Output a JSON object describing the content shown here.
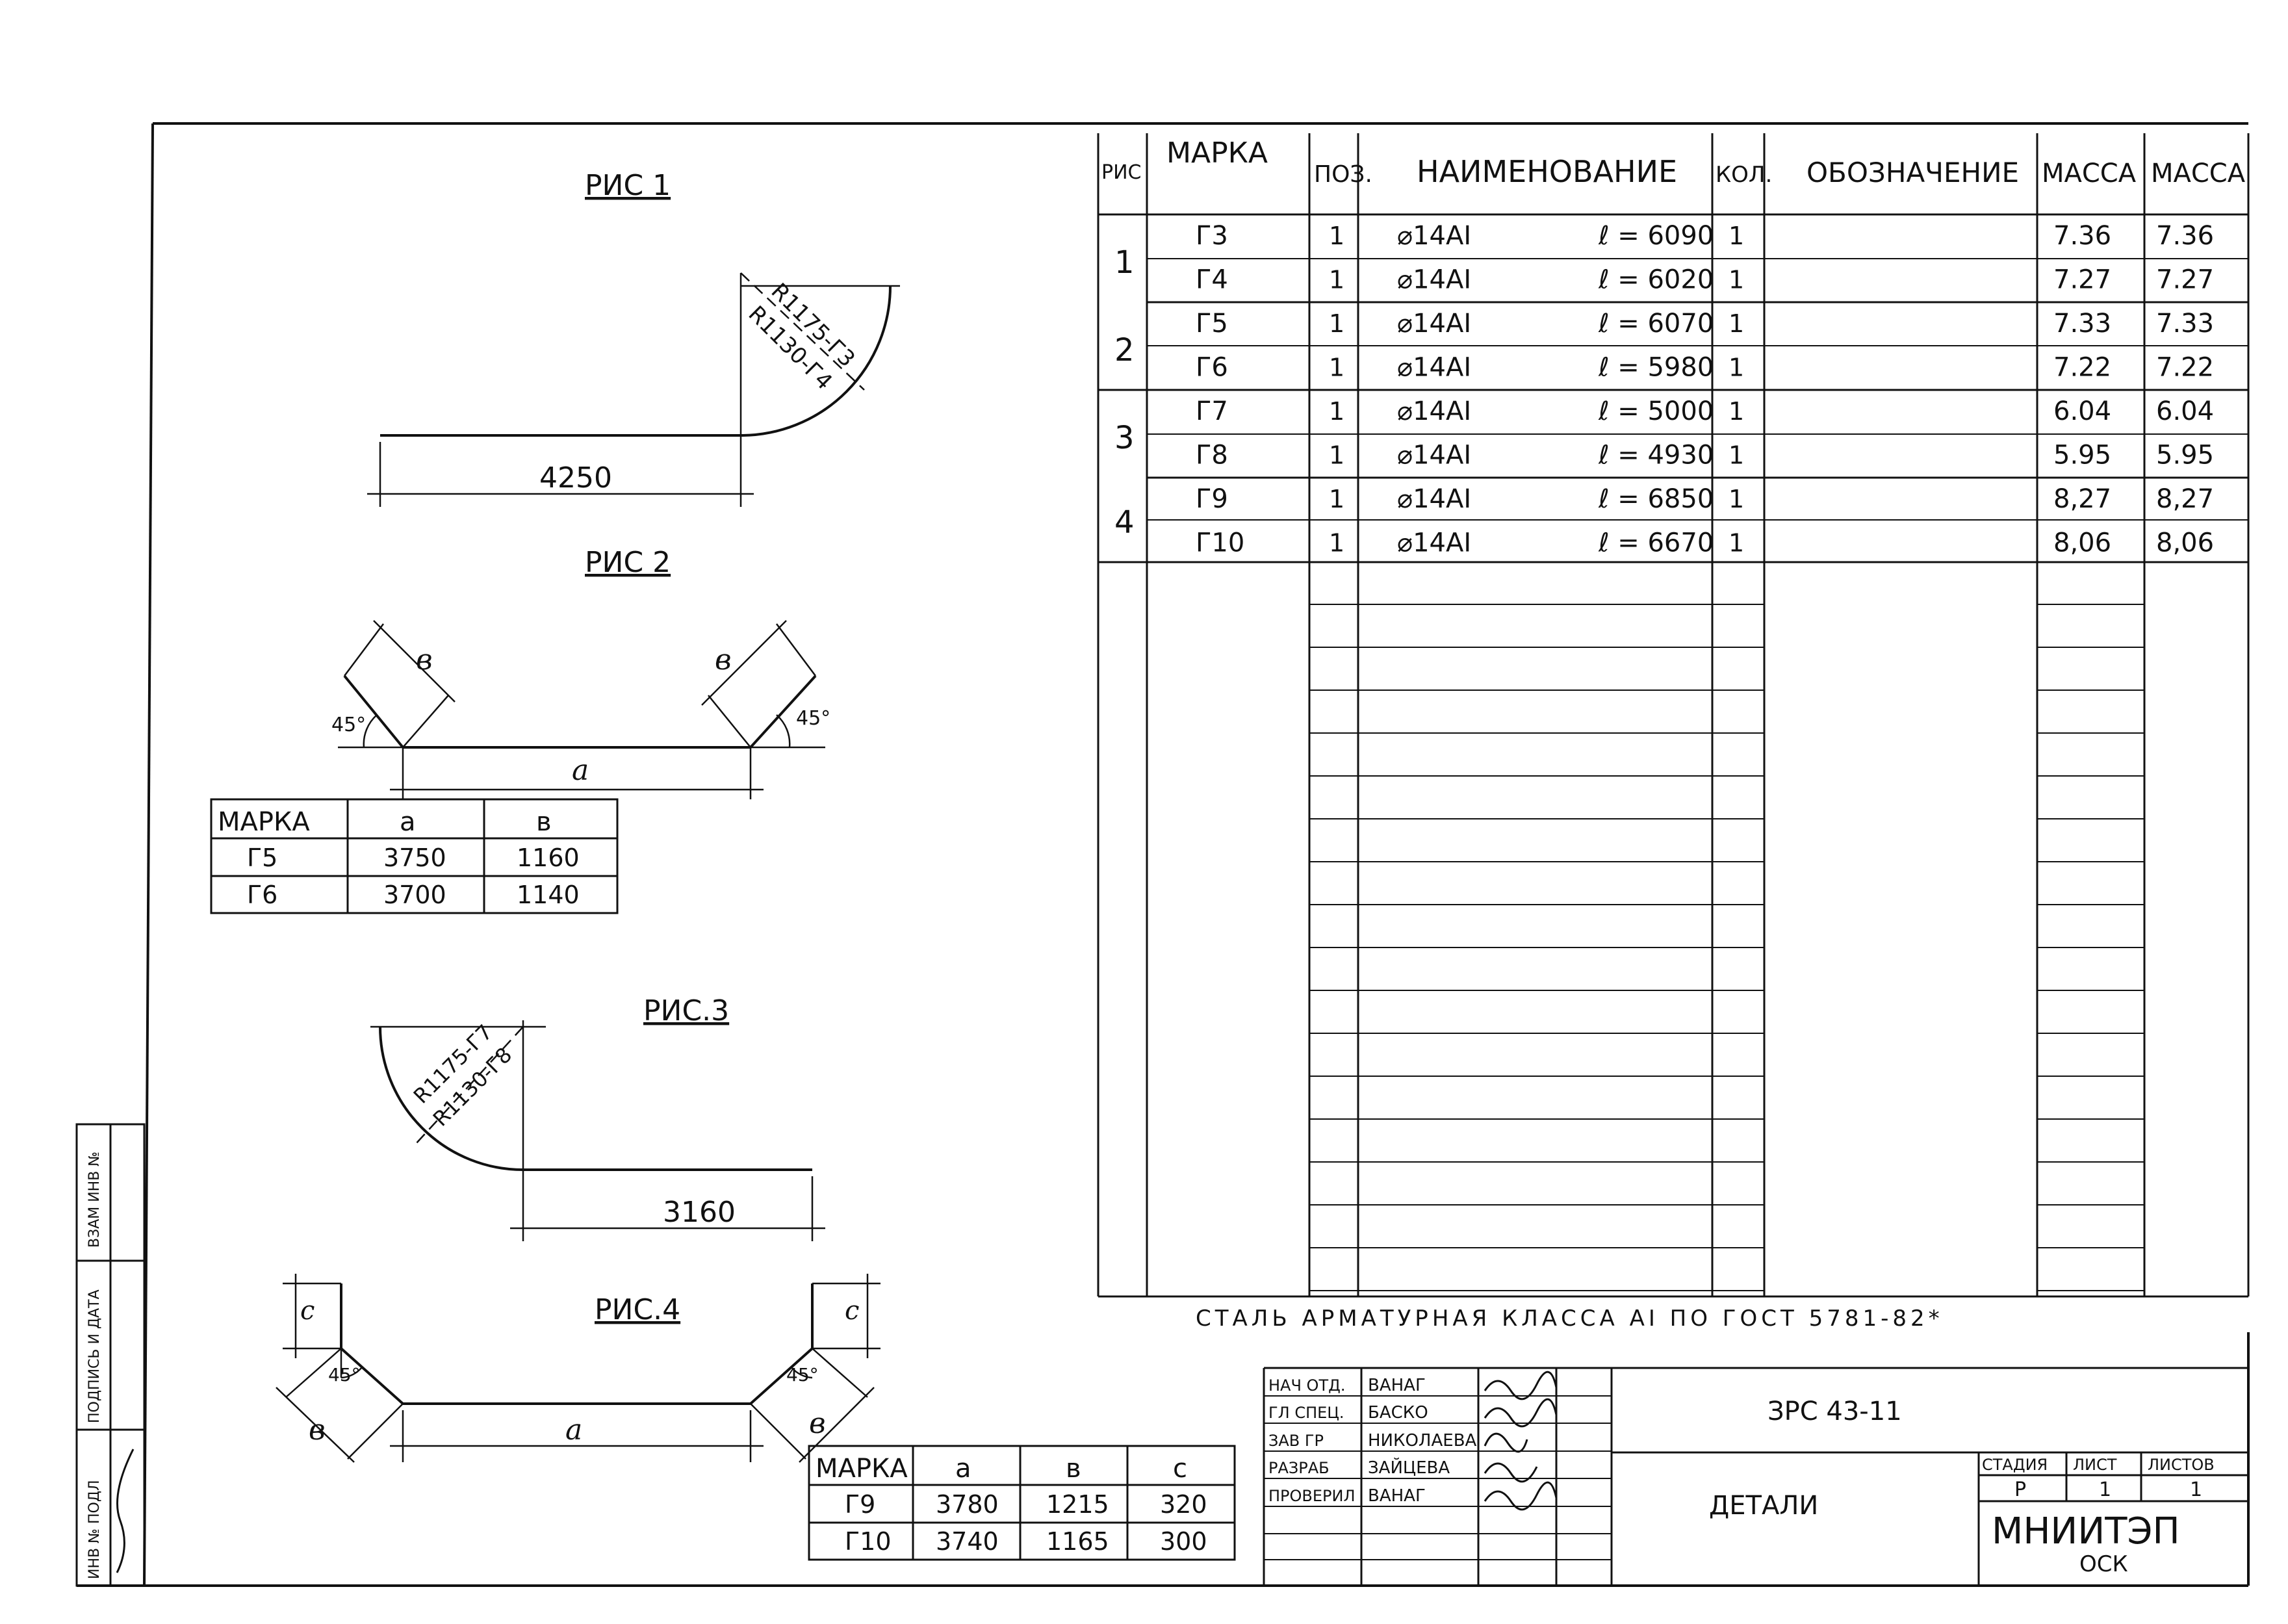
{
  "figures": {
    "fig1": {
      "title": "РИС 1",
      "radius_label": "R1175-Г3\nR1130-Г4",
      "length": "4250"
    },
    "fig2": {
      "title": "РИС 2",
      "angle": "45°",
      "label_a": "a",
      "label_b": "в",
      "table": {
        "headers": [
          "МАРКА",
          "a",
          "в"
        ],
        "rows": [
          [
            "Г5",
            "3750",
            "1160"
          ],
          [
            "Г6",
            "3700",
            "1140"
          ]
        ]
      }
    },
    "fig3": {
      "title": "РИС.3",
      "radius_label": "R1175-Г7\nR1130-Г8",
      "length": "3160"
    },
    "fig4": {
      "title": "РИС.4",
      "angle": "45°",
      "label_a": "a",
      "label_b": "в",
      "label_c": "c",
      "table": {
        "headers": [
          "МАРКА",
          "a",
          "в",
          "c"
        ],
        "rows": [
          [
            "Г9",
            "3780",
            "1215",
            "320"
          ],
          [
            "Г10",
            "3740",
            "1165",
            "300"
          ]
        ]
      }
    }
  },
  "spec": {
    "headers": {
      "ris": "РИС",
      "marka": "МАРКА",
      "pos": "ПОЗ.",
      "name": "НАИМЕНОВАНИЕ",
      "qty": "КОЛ.",
      "designation": "ОБОЗНАЧЕНИЕ",
      "mass1": "МАССА",
      "mass2": "МАССА"
    },
    "groups": [
      "1",
      "2",
      "3",
      "4"
    ],
    "rows": [
      {
        "marka": "Г3",
        "pos": "1",
        "name": "⌀14АI",
        "length": "ℓ = 6090",
        "qty": "1",
        "mass1": "7.36",
        "mass2": "7.36"
      },
      {
        "marka": "Г4",
        "pos": "1",
        "name": "⌀14АI",
        "length": "ℓ = 6020",
        "qty": "1",
        "mass1": "7.27",
        "mass2": "7.27"
      },
      {
        "marka": "Г5",
        "pos": "1",
        "name": "⌀14АI",
        "length": "ℓ = 6070",
        "qty": "1",
        "mass1": "7.33",
        "mass2": "7.33"
      },
      {
        "marka": "Г6",
        "pos": "1",
        "name": "⌀14АI",
        "length": "ℓ = 5980",
        "qty": "1",
        "mass1": "7.22",
        "mass2": "7.22"
      },
      {
        "marka": "Г7",
        "pos": "1",
        "name": "⌀14АI",
        "length": "ℓ = 5000",
        "qty": "1",
        "mass1": "6.04",
        "mass2": "6.04"
      },
      {
        "marka": "Г8",
        "pos": "1",
        "name": "⌀14АI",
        "length": "ℓ = 4930",
        "qty": "1",
        "mass1": "5.95",
        "mass2": "5.95"
      },
      {
        "marka": "Г9",
        "pos": "1",
        "name": "⌀14АI",
        "length": "ℓ = 6850",
        "qty": "1",
        "mass1": "8,27",
        "mass2": "8,27"
      },
      {
        "marka": "Г10",
        "pos": "1",
        "name": "⌀14АI",
        "length": "ℓ = 6670",
        "qty": "1",
        "mass1": "8,06",
        "mass2": "8,06"
      }
    ],
    "note": "СТАЛЬ АРМАТУРНАЯ КЛАССА АI ПО ГОСТ 5781-82*"
  },
  "title_block": {
    "roles": [
      {
        "role": "НАЧ ОТД.",
        "name": "ВАНАГ"
      },
      {
        "role": "ГЛ СПЕЦ.",
        "name": "БАСКО"
      },
      {
        "role": "ЗАВ ГР",
        "name": "НИКОЛАЕВА"
      },
      {
        "role": "РАЗРАБ",
        "name": "ЗАЙЦЕВА"
      },
      {
        "role": "ПРОВЕРИЛ",
        "name": "ВАНАГ"
      }
    ],
    "code": "ЗРС 43-11",
    "title": "ДЕТАЛИ",
    "stage_label": "СТАДИЯ",
    "stage": "Р",
    "sheet_label": "ЛИСТ",
    "sheet": "1",
    "sheets_label": "ЛИСТОВ",
    "sheets": "1",
    "org": "МНИИТЭП",
    "org_sub": "ОСК"
  },
  "side_stamp": {
    "inv_podl": "ИНВ № ПОДЛ",
    "podpis": "ПОДПИСЬ И ДАТА",
    "vzam": "ВЗАМ ИНВ №"
  }
}
